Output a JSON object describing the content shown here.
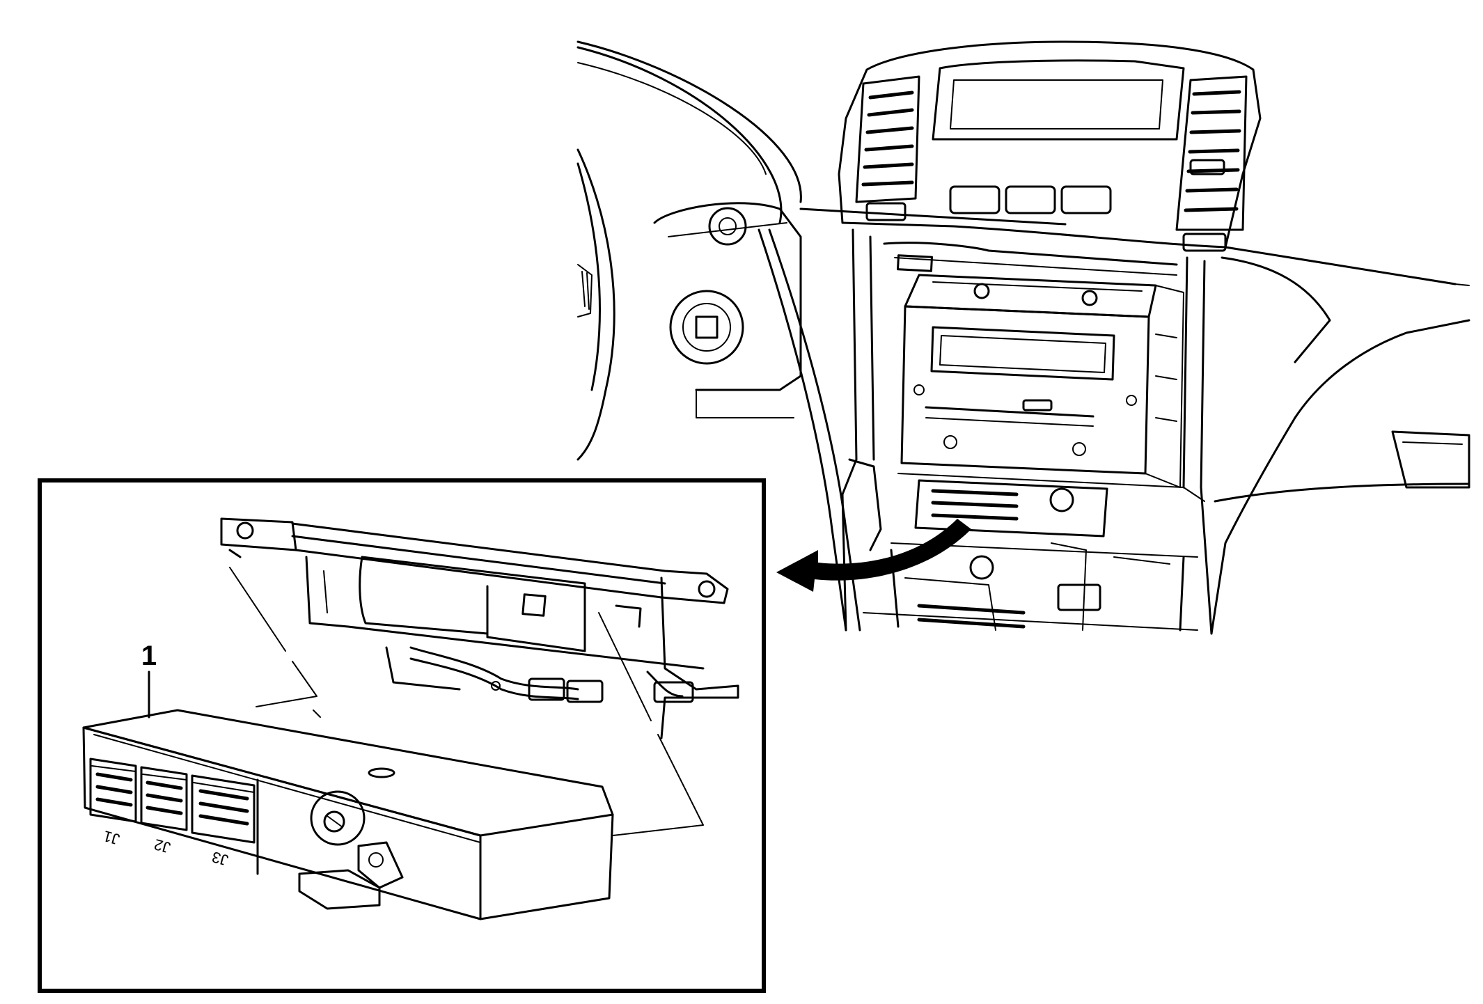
{
  "callout": {
    "label": "1"
  },
  "connectors": {
    "j1": "J1",
    "j2": "J2",
    "j3": "J3"
  },
  "colors": {
    "line": "#000000",
    "background": "#ffffff"
  }
}
